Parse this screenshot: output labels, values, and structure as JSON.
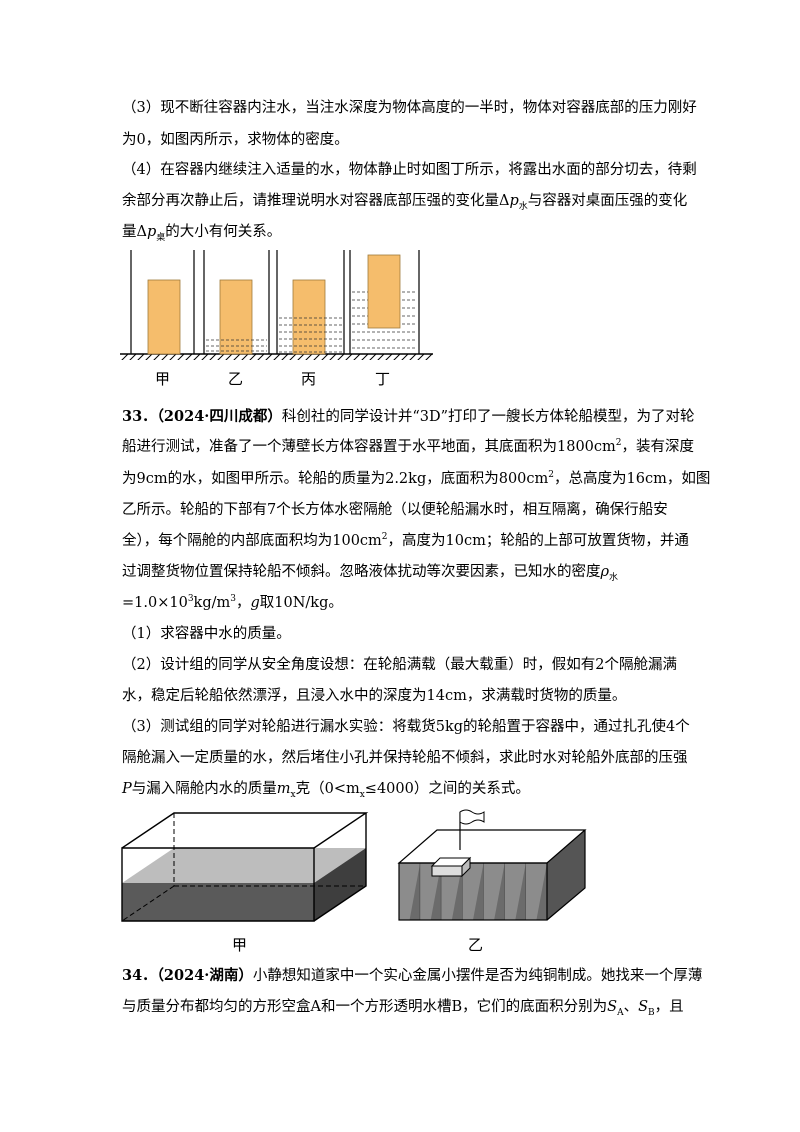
{
  "q32": {
    "p3_a": "（3）现不断往容器内注水，当注水深度为物体高度的一半时，物体对容器底部的压力刚好",
    "p3_b": "为0，如图丙所示，求物体的密度。",
    "p4_a": "（4）在容器内继续注入适量的水，物体静止时如图丁所示，将露出水面的部分切去，待剩",
    "p4_b_pre": "余部分再次静止后，请推理说明水对容器底部压强的变化量Δ",
    "p4_b_var": "p",
    "p4_b_sub": "水",
    "p4_b_post": "与容器对桌面压强的变化",
    "p4_c_pre": "量Δ",
    "p4_c_var": "p",
    "p4_c_sub": "桌",
    "p4_c_post": "的大小有何关系。",
    "fig_labels": [
      "甲",
      "乙",
      "丙",
      "丁"
    ]
  },
  "q33": {
    "num": "33．",
    "source": "（2024·四川成都）",
    "l1": "科创社的同学设计并“3D”打印了一艘长方体轮船模型，为了对轮",
    "l2_pre": "船进行测试，准备了一个薄壁长方体容器置于水平地面，其底面积为1800cm",
    "l2_sup": "2",
    "l2_post": "，装有深度",
    "l3_pre": "为9cm的水，如图甲所示。轮船的质量为2.2kg，底面积为800cm",
    "l3_sup": "2",
    "l3_post": "，总高度为16cm，如图",
    "l4": "乙所示。轮船的下部有7个长方体水密隔舱（以便轮船漏水时，相互隔离，确保行船安",
    "l5_pre": "全），每个隔舱的内部底面积均为100cm",
    "l5_sup": "2",
    "l5_post": "，高度为10cm；轮船的上部可放置货物，并通",
    "l6_pre": "过调整货物位置保持轮船不倾斜。忽略液体扰动等次要因素，已知水的密度",
    "l6_var": "ρ",
    "l6_sub": "水",
    "l7_a": "=1.0×10",
    "l7_sup1": "3",
    "l7_b": "kg/m",
    "l7_sup2": "3",
    "l7_c": "，",
    "l7_g": "g",
    "l7_d": "取10N/kg。",
    "s1": "（1）求容器中水的质量。",
    "s2_a": "（2）设计组的同学从安全角度设想：在轮船满载（最大载重）时，假如有2个隔舱漏满",
    "s2_b": "水，稳定后轮船依然漂浮，且浸入水中的深度为14cm，求满载时货物的质量。",
    "s3_a": "（3）测试组的同学对轮船进行漏水实验：将载货5kg的轮船置于容器中，通过扎孔使4个",
    "s3_b": "隔舱漏入一定质量的水，然后堵住小孔并保持轮船不倾斜，求此时水对轮船外底部的压强",
    "s3_c_p": "P",
    "s3_c_pre": "与漏入隔舱内水的质量",
    "s3_c_m": "m",
    "s3_c_msub": "x",
    "s3_c_mid": "克（0<m",
    "s3_c_xsub": "x",
    "s3_c_post": "≤4000）之间的关系式。",
    "fig_labels": [
      "甲",
      "乙"
    ]
  },
  "q34": {
    "num": "34．",
    "source": "（2024·湖南）",
    "l1": "小静想知道家中一个实心金属小摆件是否为纯铜制成。她找来一个厚薄",
    "l2_pre": "与质量分布都均匀的方形空盒A和一个方形透明水槽B，它们的底面积分别为",
    "l2_sa": "S",
    "l2_sa_sub": "A",
    "l2_mid": "、",
    "l2_sb": "S",
    "l2_sb_sub": "B",
    "l2_post": "，且"
  },
  "colors": {
    "block": "#f5bd6c",
    "block_border": "#a07a3c",
    "water_dark": "#5a5a5a",
    "water_light": "#bdbdbd"
  }
}
